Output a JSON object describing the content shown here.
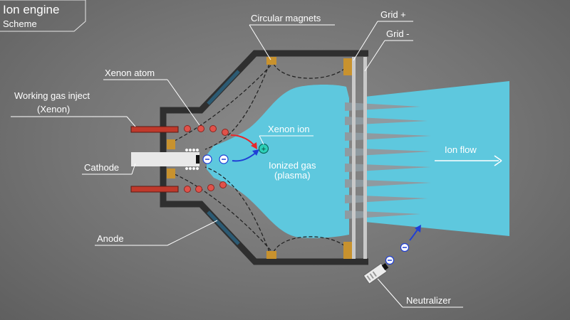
{
  "title": "Ion engine",
  "subtitle": "Scheme",
  "labels": {
    "circular_magnets": "Circular magnets",
    "grid_plus": "Grid +",
    "grid_minus": "Grid -",
    "xenon_atom": "Xenon atom",
    "working_gas_line1": "Working gas inject",
    "working_gas_line2": "(Xenon)",
    "cathode": "Cathode",
    "anode": "Anode",
    "xenon_ion": "Xenon ion",
    "ionized_gas_line1": "Ionized gas",
    "ionized_gas_line2": "(plasma)",
    "ion_flow": "Ion flow",
    "neutralizer": "Neutralizer"
  },
  "symbols": {
    "electron": "⊖",
    "ion": "+"
  },
  "colors": {
    "background": "#747474",
    "chamber_wall": "#2f2f2f",
    "plasma": "#5ec8de",
    "magnet": "#c8922e",
    "anode": "#2b5a73",
    "xenon_atom": "#e0524a",
    "inject_pipe": "#c0392b",
    "ion_arrow_red": "#e8262a",
    "electron_blue": "#1f3fd6"
  }
}
